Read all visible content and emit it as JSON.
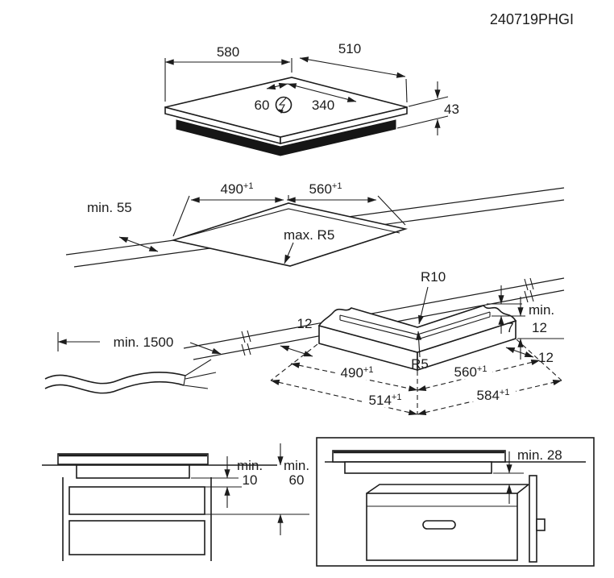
{
  "code": "240719PHGI",
  "sup": "+1",
  "hob": {
    "width": "580",
    "depth": "510",
    "cable_x": "60",
    "cable_y": "340",
    "height": "43"
  },
  "cutout": {
    "clearance": "min. 55",
    "width": "490",
    "depth": "560",
    "corner_radius": "max. R5"
  },
  "corner": {
    "top_radius": "R10",
    "inner_radius": "R5",
    "border_left": "12",
    "border_right": "12",
    "min_word": "min.",
    "min_value": "12",
    "recess_depth": "7",
    "cutout_width": "490",
    "cutout_depth": "560",
    "overall_width": "514",
    "overall_depth": "584"
  },
  "cable": {
    "length": "min. 1500"
  },
  "cabinet_section": {
    "min_word_1": "min.",
    "gap_drawer": "10",
    "min_word_2": "min.",
    "gap_total": "60"
  },
  "oven_section": {
    "clearance": "min. 28"
  },
  "colors": {
    "ink": "#1c1c1c",
    "background": "#ffffff"
  }
}
